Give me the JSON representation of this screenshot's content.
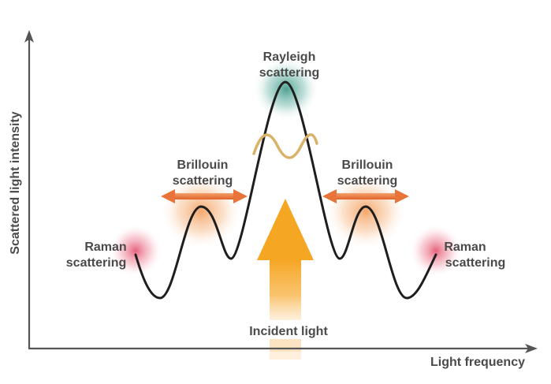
{
  "axes": {
    "y_label": "Scattered light intensity",
    "x_label": "Light frequency"
  },
  "peaks": {
    "rayleigh": {
      "line1": "Rayleigh",
      "line2": "scattering",
      "glow_color": "#2f8f7f"
    },
    "brillouin_left": {
      "line1": "Brillouin",
      "line2": "scattering",
      "glow_color": "#f08a3c"
    },
    "brillouin_right": {
      "line1": "Brillouin",
      "line2": "scattering",
      "glow_color": "#f08a3c"
    },
    "raman_left": {
      "line1": "Raman",
      "line2": "scattering",
      "glow_color": "#e03a5a"
    },
    "raman_right": {
      "line1": "Raman",
      "line2": "scattering",
      "glow_color": "#e03a5a"
    }
  },
  "incident": {
    "label": "Incident light",
    "color": "#f5a623"
  },
  "colors": {
    "curve": "#1e1e1e",
    "axis": "#555555",
    "wave": "#d9b26a",
    "shift_arrow": "#e8743a"
  }
}
